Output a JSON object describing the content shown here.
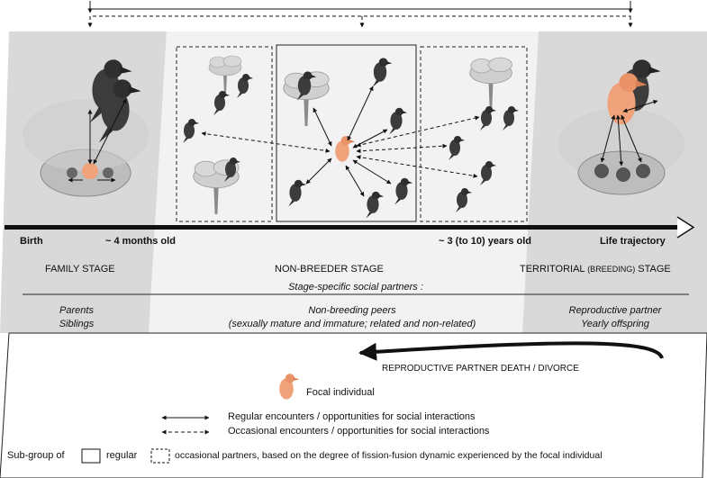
{
  "timeline": {
    "birth": "Birth",
    "four_months": "~ 4 months old",
    "three_to_ten_years": "~ 3 (to 10) years old",
    "life_trajectory": "Life trajectory"
  },
  "stages": {
    "family": "FAMILY STAGE",
    "non_breeder": "NON-BREEDER STAGE",
    "territorial_prefix": "TERRITORIAL",
    "territorial_paren": "(BREEDING)",
    "territorial_suffix": "STAGE"
  },
  "partners_heading": "Stage-specific social partners :",
  "partners": {
    "family_line1": "Parents",
    "family_line2": "Siblings",
    "non_breeder_line1": "Non-breeding peers",
    "non_breeder_line2": "(sexually mature and immature; related and non-related)",
    "territorial_line1": "Reproductive partner",
    "territorial_line2": "Yearly offspring"
  },
  "return_arrow_label": "REPRODUCTIVE PARTNER DEATH / DIVORCE",
  "legend": {
    "focal": "Focal individual",
    "regular": "Regular encounters / opportunities for social interactions",
    "occasional": "Occasional encounters / opportunities for social interactions",
    "subgroup_prefix": "Sub-group of",
    "subgroup_regular": "regular",
    "subgroup_suffix": "occasional partners, based on the degree of fission-fusion dynamic experienced by the focal individual"
  },
  "colors": {
    "focal_bird": "#f0a27a",
    "family_panel": "#d9d9d9",
    "non_breeder_panel": "#f2f2f2",
    "territorial_panel": "#d9d9d9",
    "arrow": "#111111"
  },
  "icons": [
    "crow-icon",
    "tree-icon",
    "nest-icon"
  ]
}
